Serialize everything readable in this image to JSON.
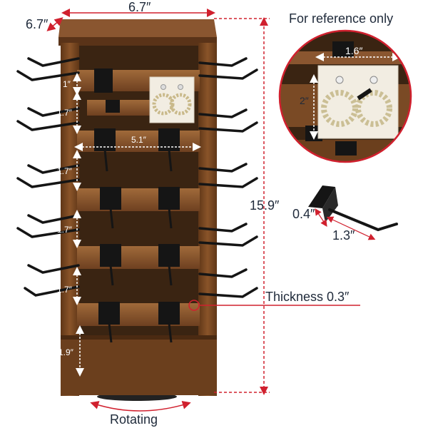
{
  "colors": {
    "wood": "#7a4a25",
    "wood_dark": "#4e2c12",
    "wood_light": "#9a6336",
    "hook": "#151515",
    "accent_red": "#d0202e",
    "dim_white": "#ffffff"
  },
  "labels": {
    "top_width": "6.7″",
    "top_depth": "6.7″",
    "reference": "For reference only",
    "board_width": "1.6″",
    "board_height": "2″",
    "hook_height": "0.4″",
    "hook_length": "1.3″",
    "total_height": "15.9″",
    "thickness": "Thickness 0.3″",
    "rotating": "Rotating",
    "gap_1": "1″",
    "gap_2": "1.7″",
    "gap_3": "1.7″",
    "gap_4": "1.7″",
    "gap_5": "1.7″",
    "bottom_gap": "1.9″",
    "slat_width": "5.1″"
  },
  "icons": {
    "hook": "j-hook-icon",
    "earring": "earring-icon",
    "rotate": "rotate-arrow-icon"
  }
}
